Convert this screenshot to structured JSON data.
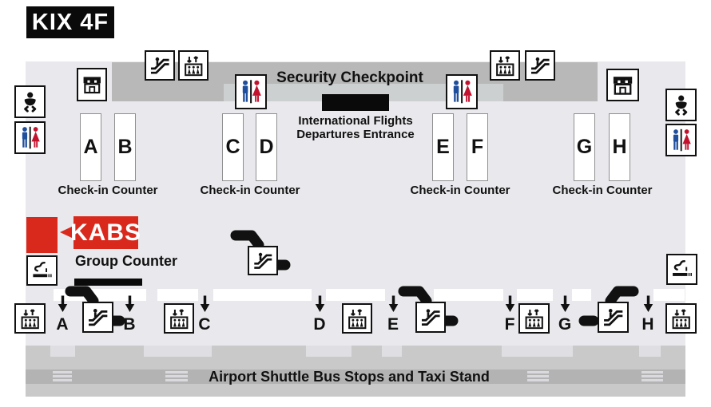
{
  "title": "KIX 4F",
  "security": {
    "title": "Security Checkpoint",
    "entrance_line1": "International Flights",
    "entrance_line2": "Departures Entrance"
  },
  "checkin": {
    "label": "Check-in Counter",
    "letters": [
      "A",
      "B",
      "C",
      "D",
      "E",
      "F",
      "G",
      "H"
    ]
  },
  "kabs": {
    "name": "KABS",
    "group_counter_label": "Group Counter"
  },
  "exits": {
    "letters": [
      "A",
      "B",
      "C",
      "D",
      "E",
      "F",
      "G",
      "H"
    ]
  },
  "shuttle": {
    "label": "Airport Shuttle Bus Stops and Taxi Stand"
  },
  "icons": {
    "escalator": "escalator-icon",
    "elevator": "elevator-icon",
    "restroom": "restroom-icon",
    "baby_care": "baby-care-icon",
    "shop": "shop-icon",
    "smoking_area": "smoking-area-icon",
    "down_arrow": "down-arrow-icon"
  },
  "colors": {
    "accent_red": "#d9291c",
    "floor": "#e9e9ed",
    "security_band_gray": "#b8b8b8",
    "road_gray": "#b3b3b3",
    "sidewalk_gray": "#c9c9c9",
    "icon_black": "#111111",
    "restroom_man_blue": "#1f4e9c",
    "restroom_woman_red": "#c2122e"
  }
}
